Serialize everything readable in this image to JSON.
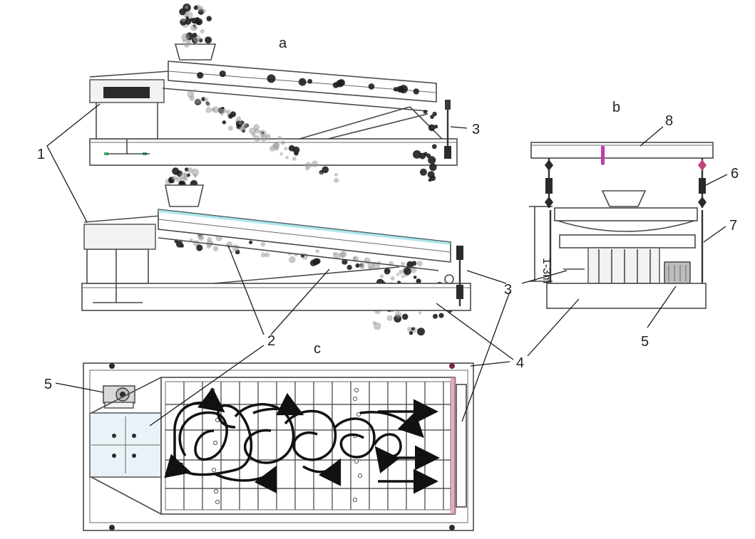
{
  "figure": {
    "panels": [
      {
        "id": "a",
        "label": "a"
      },
      {
        "id": "b",
        "label": "b"
      },
      {
        "id": "c",
        "label": "c"
      }
    ],
    "callouts": [
      "1",
      "2",
      "3",
      "4",
      "5",
      "6",
      "7",
      "8"
    ],
    "dimension_text": "1-3m"
  }
}
